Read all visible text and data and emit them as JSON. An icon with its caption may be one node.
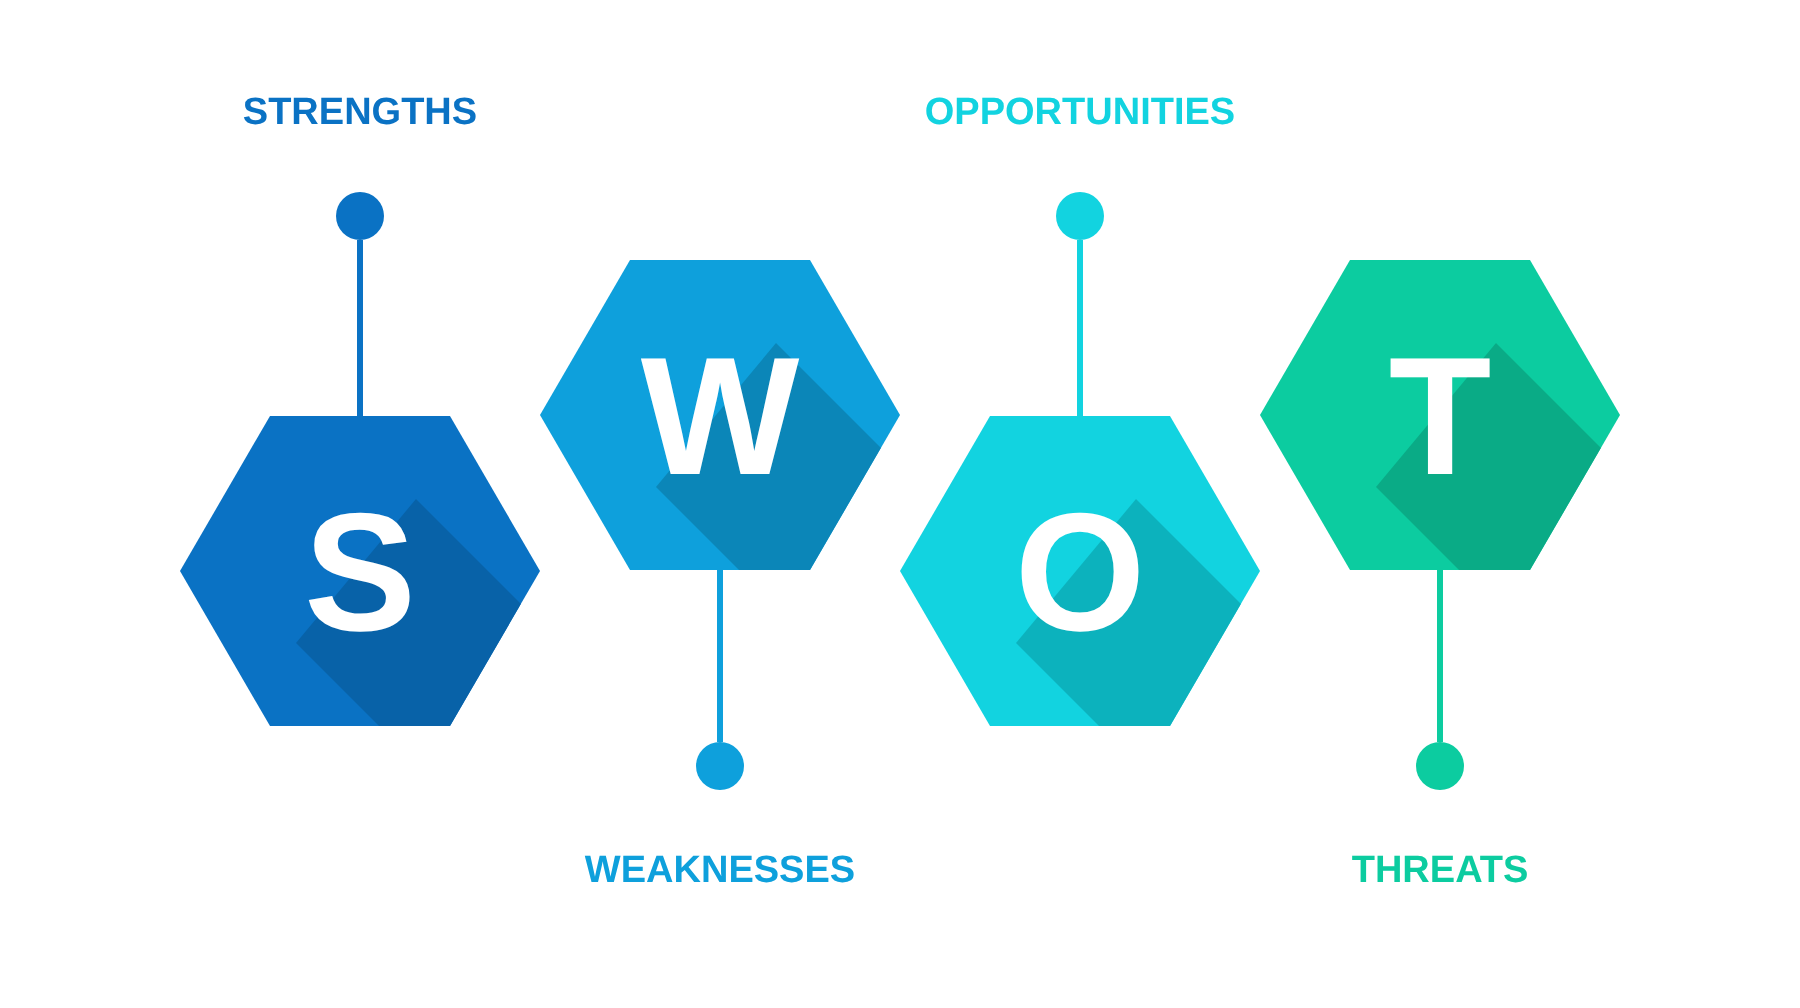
{
  "diagram": {
    "nodes": [
      {
        "text": [],
        "shape": "circle"
      },
      {
        "text": [
          "S"
        ]
      },
      {
        "text": [
          "W"
        ]
      },
      {
        "text": [],
        "shape": "circle"
      },
      {
        "text": [],
        "shape": "circle"
      },
      {
        "text": [
          "O"
        ]
      },
      {
        "text": [
          "T"
        ]
      },
      {
        "text": [],
        "shape": "circle"
      }
    ],
    "edges": [
      {
        "from": 1,
        "to": 0,
        "arrow": "none",
        "color": "#0a72c4"
      },
      {
        "from": 2,
        "to": 3,
        "arrow": "none",
        "color": "#0ea0dc"
      },
      {
        "from": 5,
        "to": 4,
        "arrow": "none",
        "color": "#12d3e0"
      },
      {
        "from": 6,
        "to": 7,
        "arrow": "none",
        "color": "#0ccca0"
      }
    ],
    "labels": [
      "STRENGTHS",
      "OPPORTUNITIES",
      "WEAKNESSES",
      "THREATS"
    ]
  }
}
